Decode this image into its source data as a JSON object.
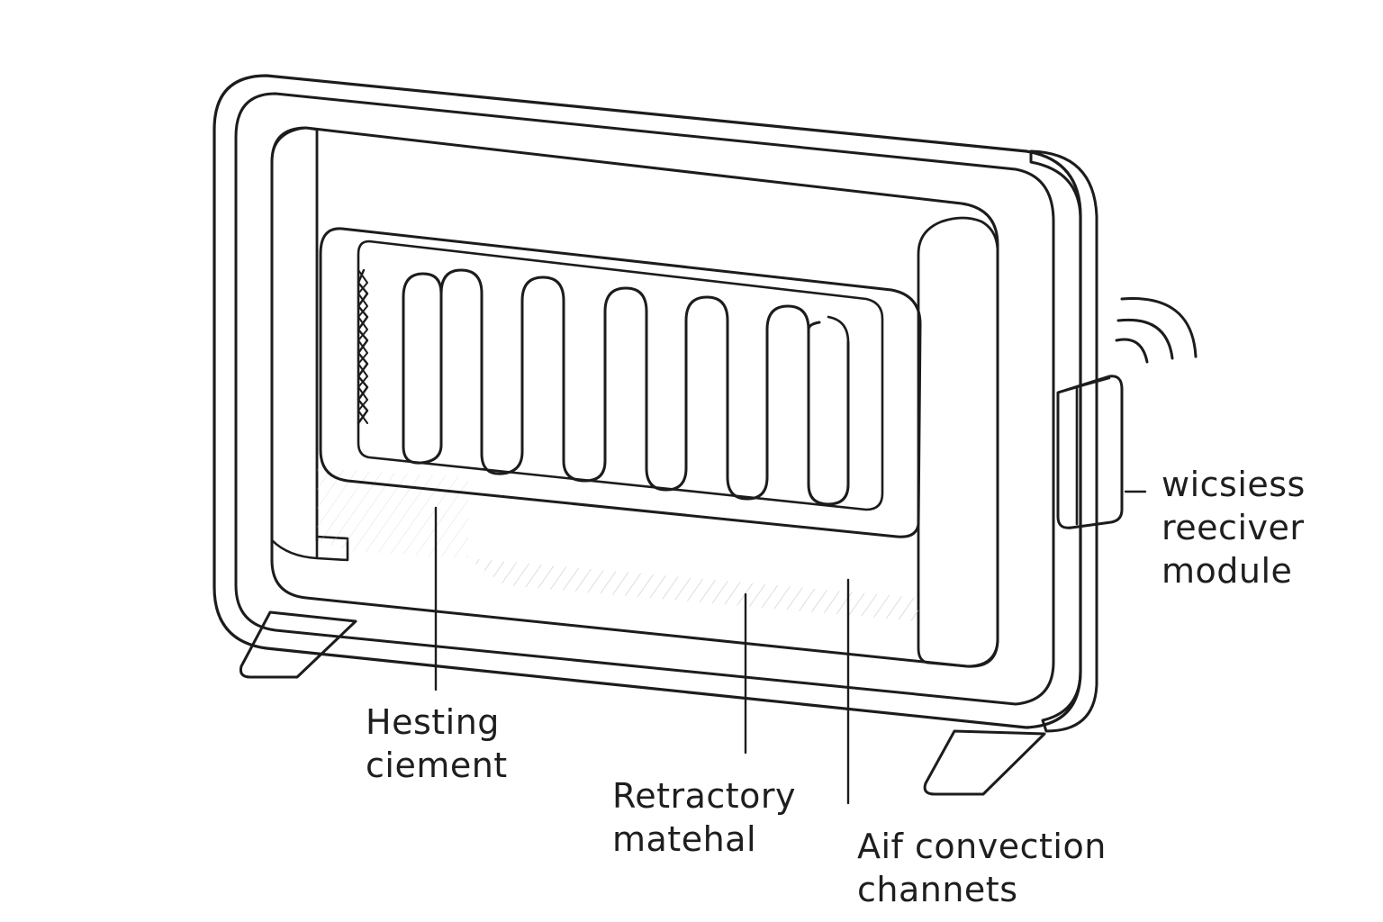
{
  "labels": {
    "heating_element": {
      "line1": "Hesting",
      "line2": "ciement"
    },
    "refractory_material": {
      "line1": "Retractory",
      "line2": "matehal"
    },
    "air_convection": {
      "line1": "Aif convection",
      "line2": "channets"
    },
    "wireless_receiver": {
      "line1": "wicsiess",
      "line2": "reeciver",
      "line3": "module"
    }
  },
  "icons": {
    "signal": "wireless-signal-icon"
  },
  "colors": {
    "ink": "#1c1c1c",
    "background": "#ffffff",
    "hatch": "#9a9a9a"
  }
}
